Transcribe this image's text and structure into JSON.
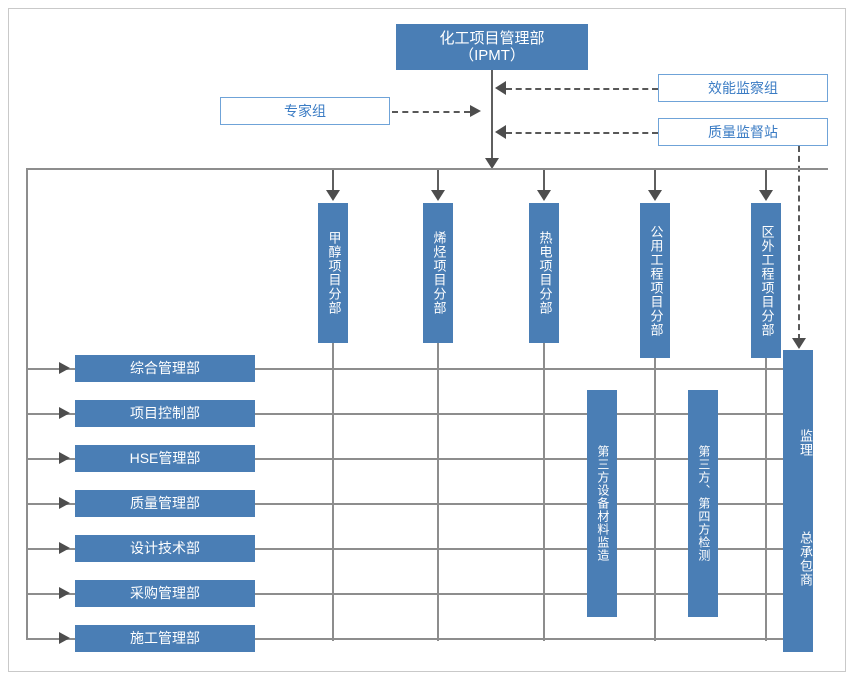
{
  "diagram": {
    "title": "化工项目管理部（IPMT）组织结构图",
    "colors": {
      "fill_blue": "#4a7eb5",
      "outline_blue": "#6fa3d8",
      "text_blue": "#3b7cc4",
      "line_gray": "#7a7a7a",
      "frame_gray": "#c9c9c9"
    },
    "root": {
      "label": "化工项目管理部\n（IPMT）",
      "line1": "化工项目管理部",
      "line2": "（IPMT）"
    },
    "left_advisor": {
      "label": "专家组"
    },
    "right_supervisors": [
      {
        "label": "效能监察组"
      },
      {
        "label": "质量监督站"
      }
    ],
    "project_branches": [
      {
        "label": "甲醇项目分部"
      },
      {
        "label": "烯烃项目分部"
      },
      {
        "label": "热电项目分部"
      },
      {
        "label": "公用工程项目分部"
      },
      {
        "label": "区外工程项目分部"
      }
    ],
    "departments": [
      {
        "label": "综合管理部"
      },
      {
        "label": "项目控制部"
      },
      {
        "label": "HSE管理部"
      },
      {
        "label": "质量管理部"
      },
      {
        "label": "设计技术部"
      },
      {
        "label": "采购管理部"
      },
      {
        "label": "施工管理部"
      }
    ],
    "third_party": [
      {
        "label": "第三方设备材料监造"
      },
      {
        "label": "第三方、第四方检测"
      }
    ],
    "right_column": {
      "top_label": "监理",
      "bottom_label": "总承包商"
    }
  }
}
